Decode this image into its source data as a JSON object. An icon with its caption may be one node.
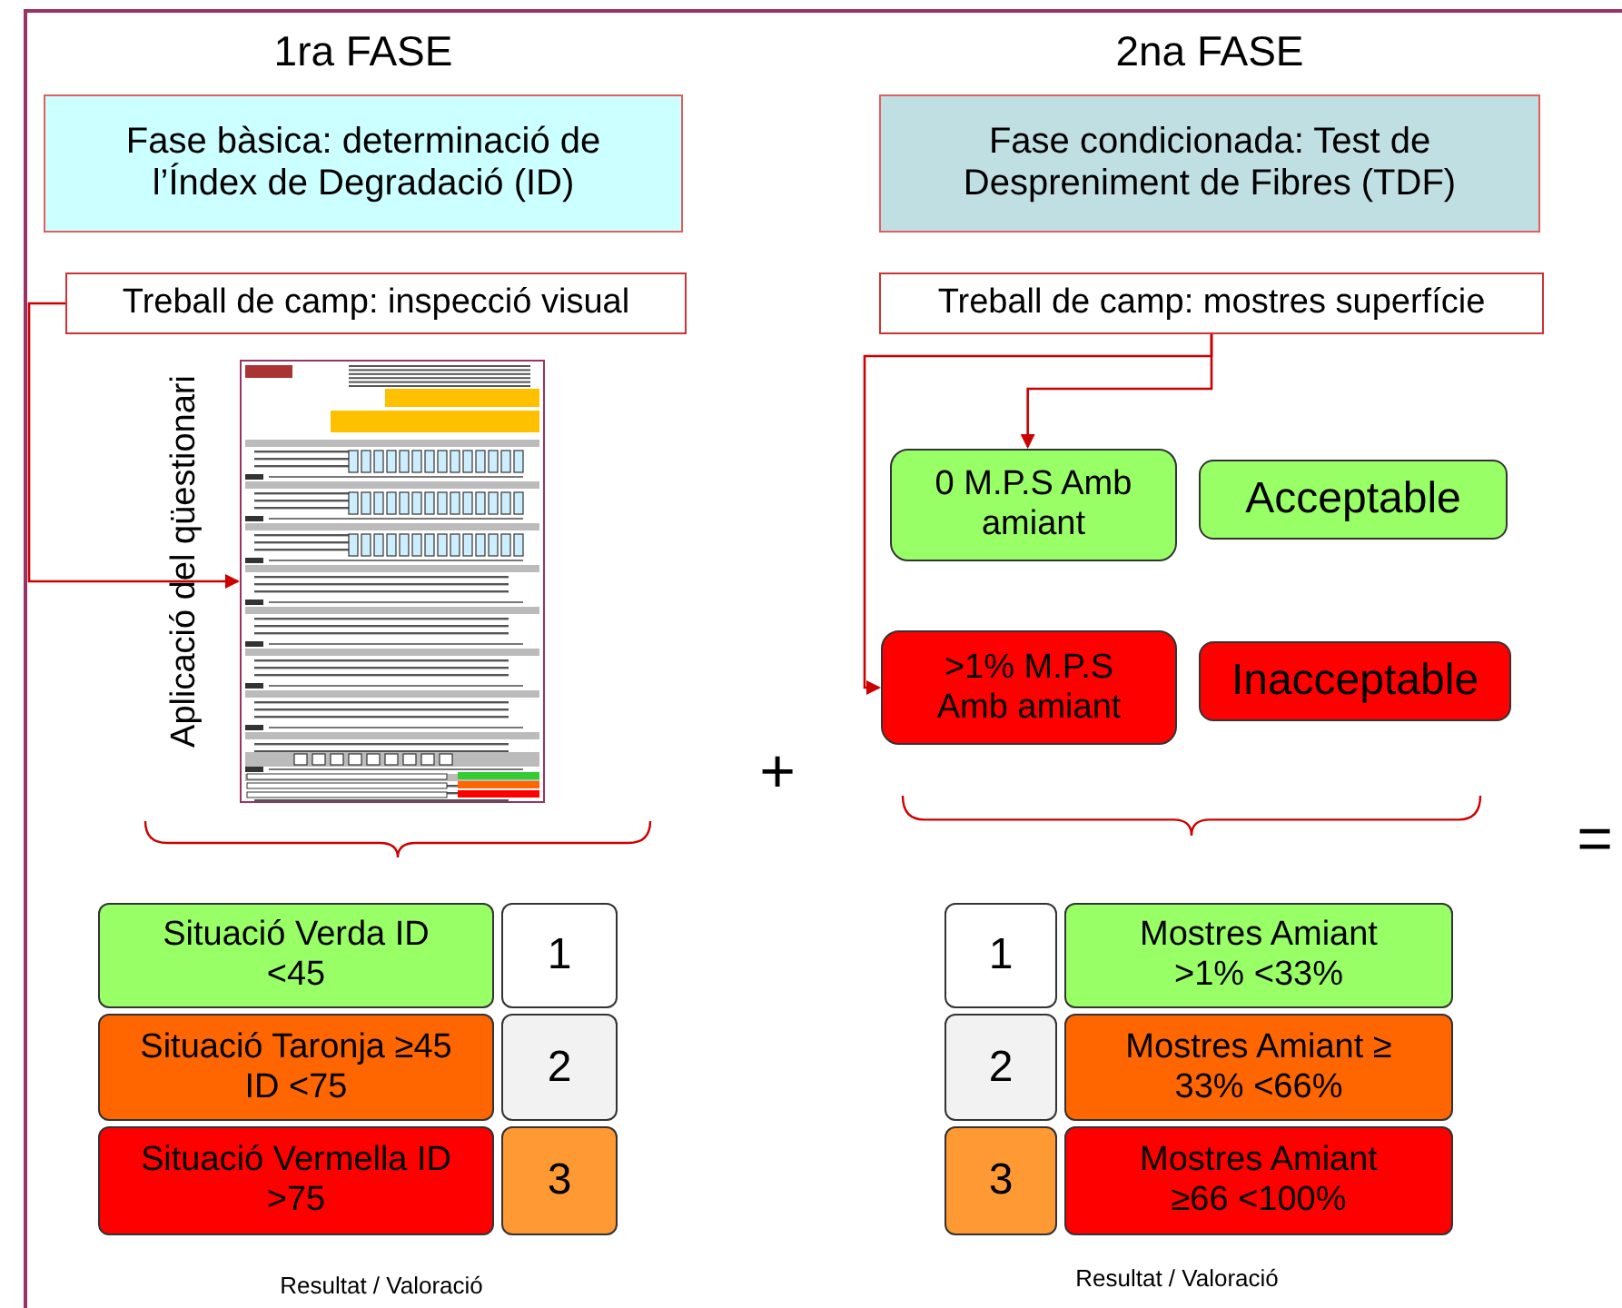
{
  "diagram": {
    "nodes": [
      {
        "text": [
          "1ra FASE",
          "Fase bàsica: determinació de l’Índex de Degradació (ID)"
        ]
      },
      {
        "text": [
          "2na FASE",
          "Fase condicionada:  Test de Despreniment de Fibres (TDF)"
        ]
      },
      {
        "text": [
          "Treball de camp: inspecció visual"
        ]
      },
      {
        "text": [],
        "shape": "picture",
        "beside": [
          "Aplicació del qüestionari"
        ]
      },
      {
        "text": [
          "Treball de camp: mostres superfície"
        ]
      },
      {
        "text": [
          "0 M.P.S Amb amiant"
        ]
      },
      {
        "text": [
          "Acceptable"
        ]
      },
      {
        "text": [
          ">1% M.P.S Amb amiant"
        ]
      },
      {
        "text": [
          "Inacceptable"
        ]
      },
      {
        "text": [
          "Situació Verda ID <45"
        ]
      },
      {
        "text": [
          "1"
        ]
      },
      {
        "text": [
          "Situació Taronja ≥45 ID <75"
        ]
      },
      {
        "text": [
          "2"
        ]
      },
      {
        "text": [
          "Situació Vermella ID >75"
        ]
      },
      {
        "text": [
          "3"
        ]
      },
      {
        "text": [
          "1"
        ]
      },
      {
        "text": [
          "Mostres Amiant >1% <33%"
        ]
      },
      {
        "text": [
          "2"
        ]
      },
      {
        "text": [
          "Mostres Amiant ≥ 33% <66%"
        ]
      },
      {
        "text": [
          "3"
        ]
      },
      {
        "text": [
          "Mostres Amiant ≥66 <100%"
        ]
      }
    ],
    "edges": [
      {
        "from": 2,
        "to": 3,
        "arrow": "to"
      },
      {
        "from": 4,
        "to": 5,
        "arrow": "to"
      },
      {
        "from": 4,
        "to": 7,
        "arrow": "to"
      }
    ],
    "labels": [
      "+",
      "=",
      "Resultat / Valoració",
      "Resultat / Valoració"
    ]
  }
}
